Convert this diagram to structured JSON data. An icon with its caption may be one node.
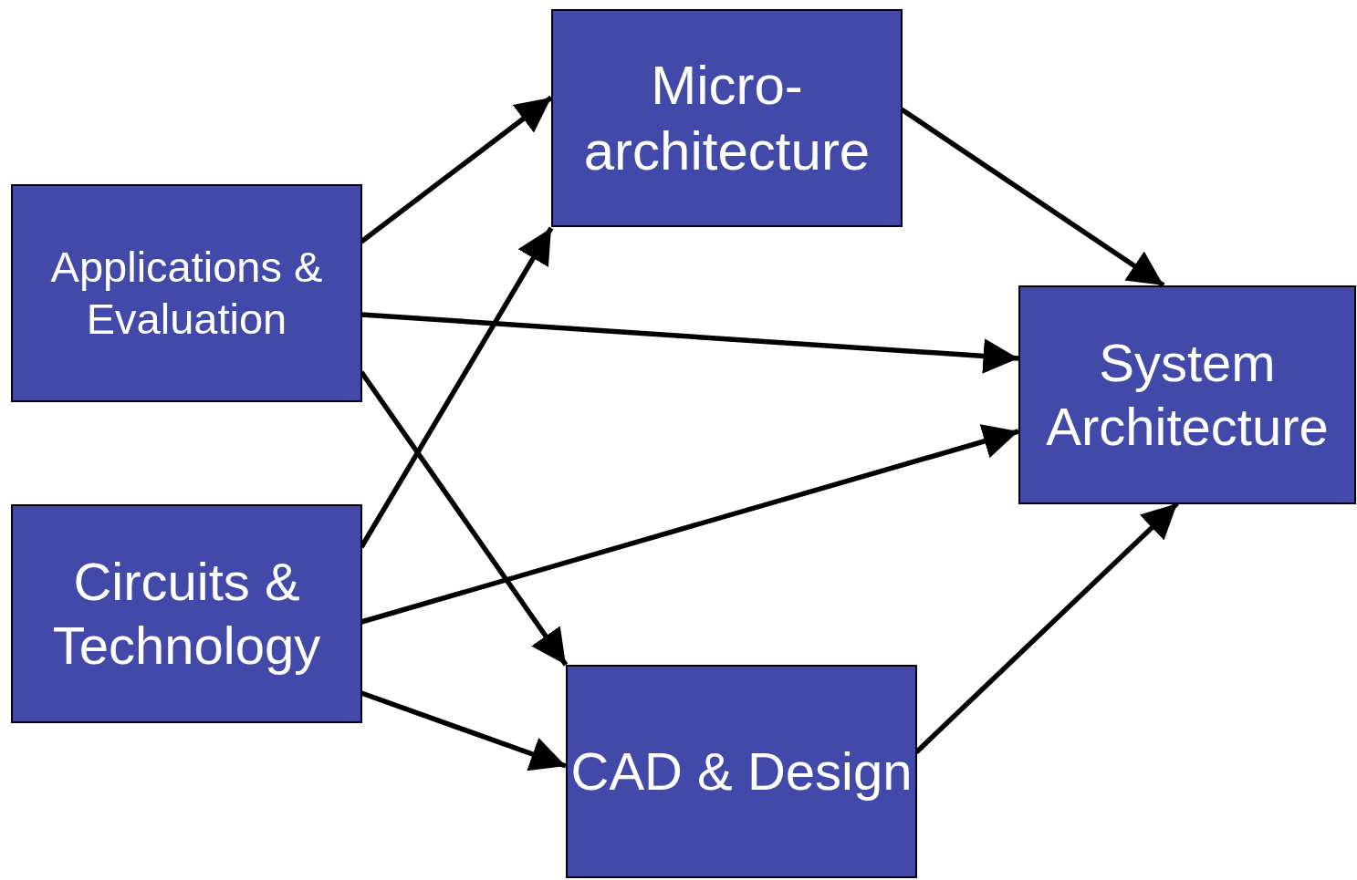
{
  "diagram": {
    "nodes": [
      {
        "text": [
          "Applications & Evaluation"
        ]
      },
      {
        "text": [
          "Circuits & Technology"
        ]
      },
      {
        "text": [
          "Micro- architecture"
        ]
      },
      {
        "text": [
          "CAD & Design"
        ]
      },
      {
        "text": [
          "System Architecture"
        ]
      }
    ],
    "edges": [
      {
        "from": 0,
        "to": 2,
        "arrow": "to"
      },
      {
        "from": 0,
        "to": 4,
        "arrow": "to"
      },
      {
        "from": 0,
        "to": 3,
        "arrow": "to"
      },
      {
        "from": 1,
        "to": 2,
        "arrow": "to"
      },
      {
        "from": 1,
        "to": 4,
        "arrow": "to"
      },
      {
        "from": 1,
        "to": 3,
        "arrow": "to"
      },
      {
        "from": 2,
        "to": 4,
        "arrow": "to"
      },
      {
        "from": 3,
        "to": 4,
        "arrow": "to"
      }
    ]
  }
}
